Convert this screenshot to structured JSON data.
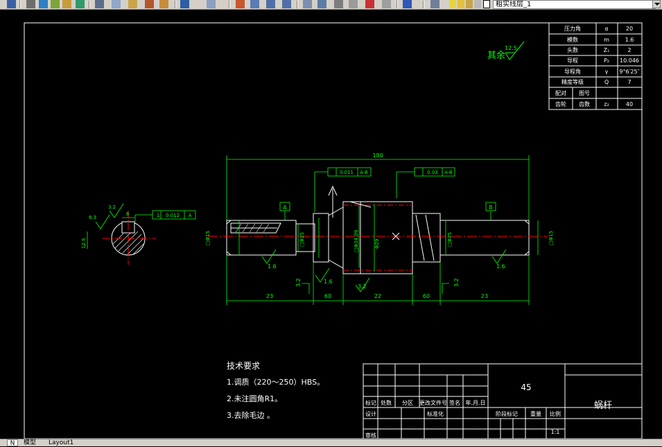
{
  "toolbar": {
    "layer_name": "粗实线层_1",
    "icons": [
      "save-icon",
      "print-icon",
      "preview-icon",
      "publish-icon",
      "plot-icon",
      "cut-icon",
      "copy-icon",
      "paste-icon",
      "match-properties-icon",
      "undo-icon",
      "redo-icon",
      "pan-icon",
      "zoom-realtime-icon",
      "zoom-window-icon",
      "zoom-previous-icon",
      "properties-icon",
      "design-center-icon",
      "tool-palettes-icon",
      "sheet-set-icon",
      "markup-icon",
      "calculator-icon",
      "help-icon",
      "layer-manager-icon",
      "layer-bulb-icon",
      "layer-sun-icon",
      "layer-lock-icon",
      "layer-color-icon"
    ]
  },
  "params_table": [
    {
      "name": "压力角",
      "symbol": "α",
      "value": "20"
    },
    {
      "name": "模数",
      "symbol": "m",
      "value": "1.6"
    },
    {
      "name": "头数",
      "symbol": "Z₁",
      "value": "2"
    },
    {
      "name": "导程",
      "symbol": "P₂",
      "value": "10.046"
    },
    {
      "name": "导程角",
      "symbol": "γ",
      "value": "9°6′25″"
    },
    {
      "name": "精度等级",
      "symbol": "Q",
      "value": "7"
    }
  ],
  "params_mate": {
    "label": "配对",
    "part_label": "图号",
    "teeth_label": "齿轮",
    "teeth_count_label": "齿数",
    "teeth_symbol": "z₂",
    "teeth_value": "40"
  },
  "roughness_note": {
    "label": "其余",
    "value": "12.5"
  },
  "dimensions": {
    "overall_length": "180",
    "seg_left": "23",
    "seg_mid_left": "60",
    "seg_mid": "22",
    "seg_mid_right": "60",
    "seg_right": "23",
    "dia_left": "□Φ15",
    "dia_right": "□Φ15",
    "dia_journal_left": "□Φ25",
    "dia_journal_right": "□Φ25",
    "dia_worm_outer": "□Φ34.09",
    "dia_worm_root": "Φ29",
    "roughness_1": "1.6",
    "roughness_2": "1.6",
    "roughness_3": "3.2",
    "roughness_4": "1.6",
    "roughness_5": "3.2",
    "roughness_6": "3.2"
  },
  "tolerances": {
    "runout_value": "0.011",
    "runout_ref": "A-B",
    "runout2_value": "0.03",
    "runout2_ref": "A-B",
    "datum_a": "A",
    "datum_b": "B"
  },
  "section": {
    "key_tol_value": "0.012",
    "key_tol_ref": "A",
    "rough_a": "6.3",
    "rough_b": "3.2",
    "dim_w": "6",
    "dim_depth": "12.5"
  },
  "tech_req": {
    "title": "技术要求",
    "items": [
      "1.调质（220～250）HBS。",
      "2.未注圆角R1。",
      "3.去除毛边 。"
    ]
  },
  "title_block": {
    "material": "45",
    "part_name": "蜗杆",
    "scale": "1:1",
    "row_labels": [
      "标记",
      "处数",
      "分区",
      "更改文件号",
      "签名",
      "年.月.日"
    ],
    "design_label": "设计",
    "standard_label": "标准化",
    "review_label": "审核",
    "stage_label": "阶段标记",
    "weight_label": "重量",
    "scale_label": "比例"
  },
  "tabs": {
    "icon": "N",
    "model": "模型",
    "layout": "Layout1"
  }
}
